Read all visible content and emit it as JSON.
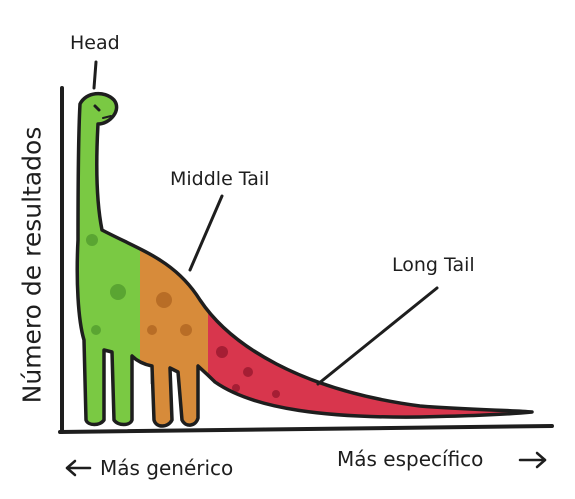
{
  "labels": {
    "head": "Head",
    "middle_tail": "Middle Tail",
    "long_tail": "Long Tail",
    "y_axis": "Número de resultados",
    "x_left": "Más genérico",
    "x_right": "Más específico"
  },
  "colors": {
    "head_region": "#7ac943",
    "head_dark": "#5aa532",
    "middle_region": "#d78b3a",
    "middle_dark": "#b86d26",
    "long_region": "#d8364d",
    "long_dark": "#a51e34",
    "outline": "#1e1e1e"
  }
}
